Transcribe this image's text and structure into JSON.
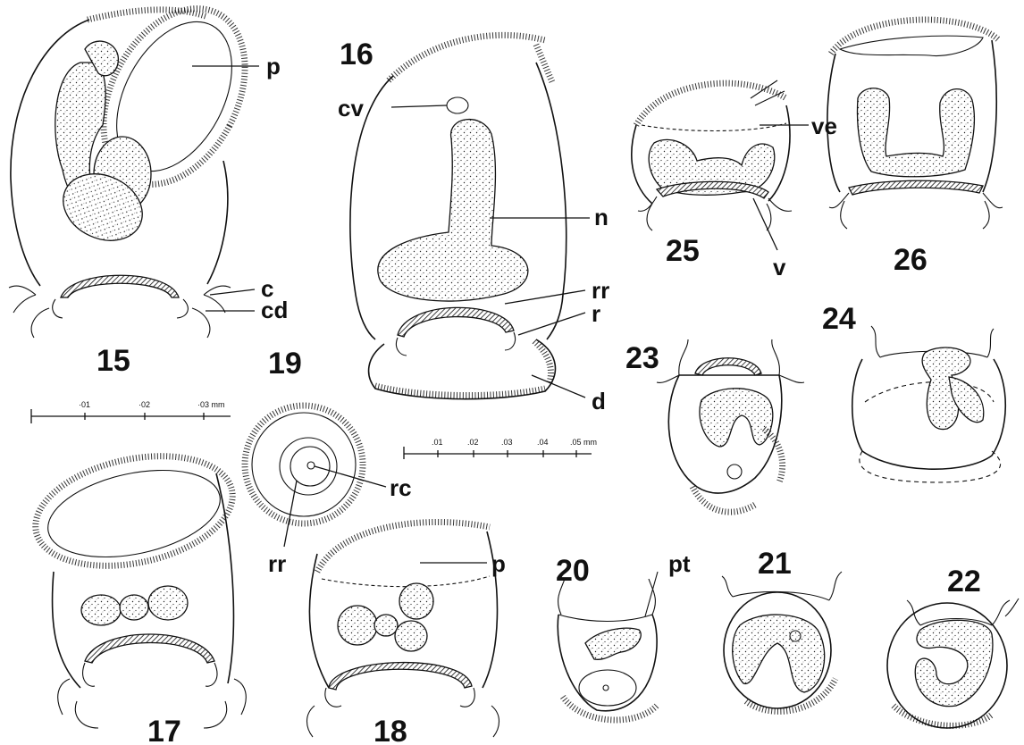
{
  "figure_numbers": {
    "f15": "15",
    "f16": "16",
    "f17": "17",
    "f18": "18",
    "f19": "19",
    "f20": "20",
    "f21": "21",
    "f22": "22",
    "f23": "23",
    "f24": "24",
    "f25": "25",
    "f26": "26"
  },
  "labels": {
    "p15": "p",
    "c": "c",
    "cd": "cd",
    "cv": "cv",
    "n": "n",
    "rr16": "rr",
    "r": "r",
    "d": "d",
    "rc": "rc",
    "rr19": "rr",
    "p18": "p",
    "pt": "pt",
    "ve": "ve",
    "v": "v"
  },
  "scale_bars": {
    "left": {
      "ticks": [
        "·01",
        "·02",
        "·03 mm"
      ]
    },
    "right": {
      "ticks": [
        ".01",
        ".02",
        ".03",
        ".04",
        ".05 mm"
      ]
    }
  },
  "colors": {
    "ink": "#111111",
    "paper": "#ffffff"
  }
}
